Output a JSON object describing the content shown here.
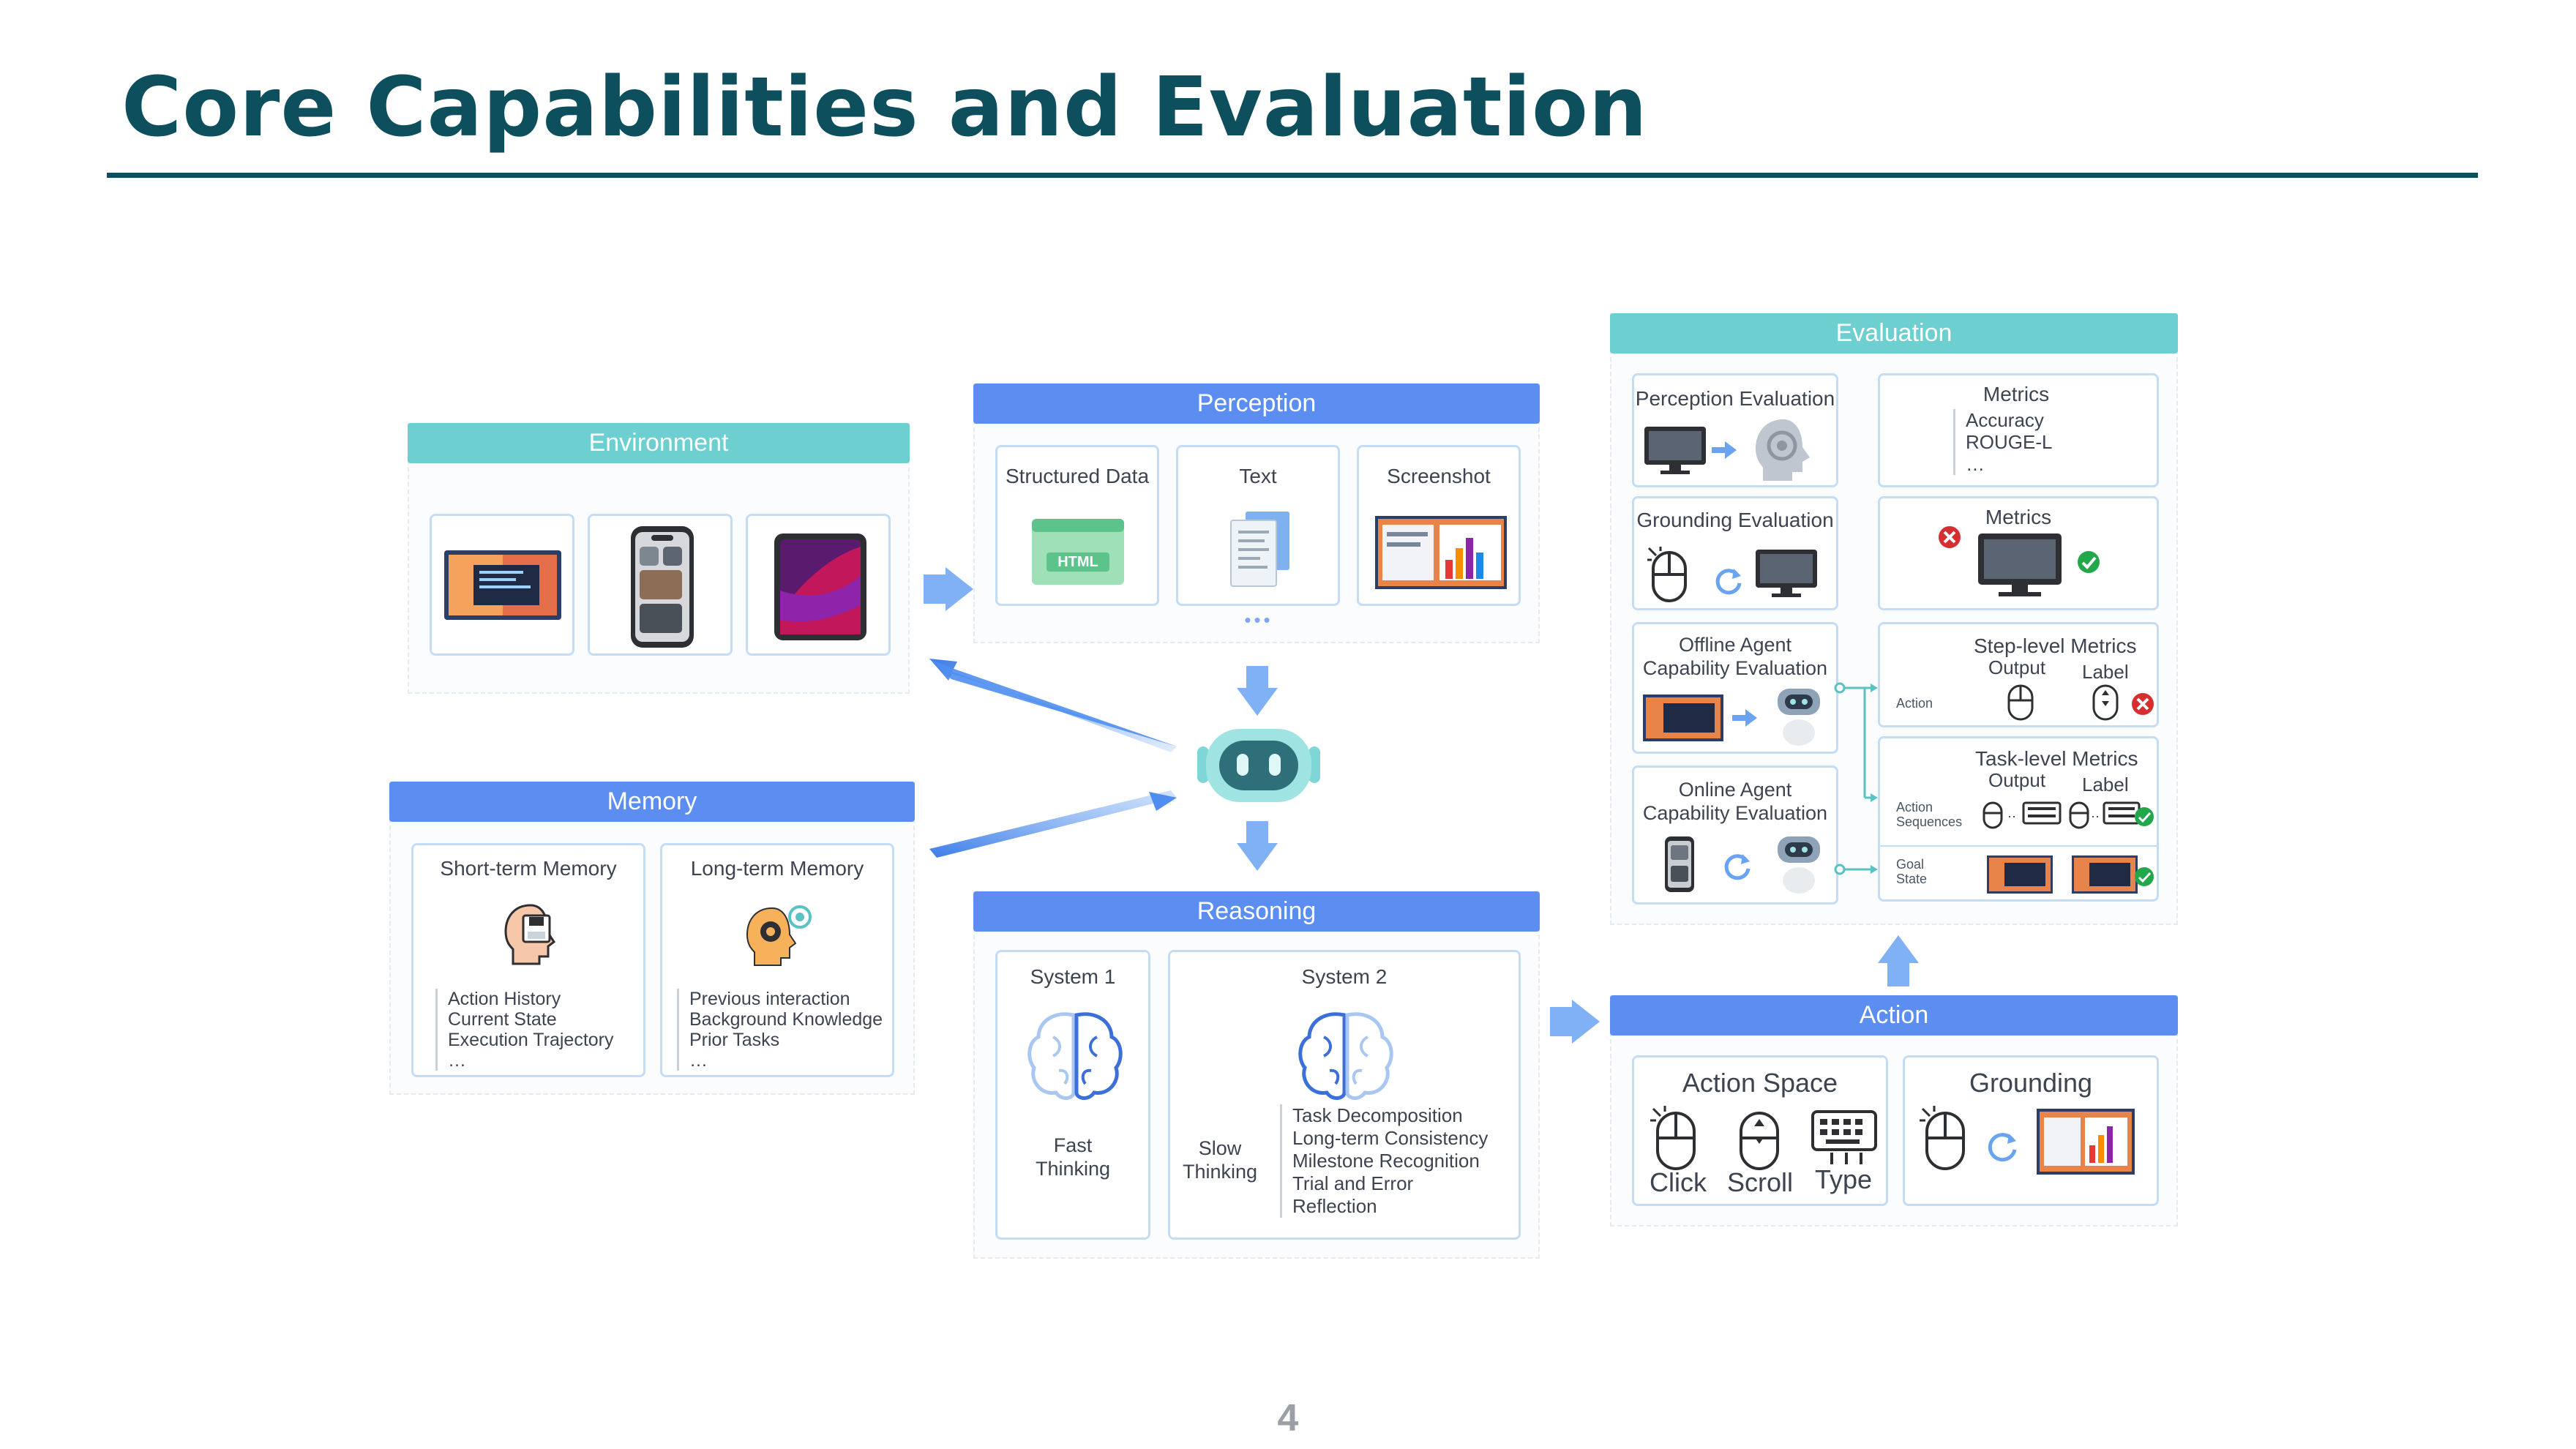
{
  "slide": {
    "title": "Core Capabilities and Evaluation",
    "page_number": "4"
  },
  "colors": {
    "title": "#0e4f5e",
    "teal_header": "#6dcfcf",
    "blue_header": "#5b8ef0",
    "card_border": "#c5dcf5",
    "arrow": "#6aa3f2",
    "success": "#22a84a",
    "fail": "#d62f2f"
  },
  "environment": {
    "header": "Environment",
    "icons": [
      "laptop-screen-icon",
      "phone-icon",
      "tablet-icon"
    ]
  },
  "memory": {
    "header": "Memory",
    "short_term": {
      "title": "Short-term Memory",
      "items": "Action History\nCurrent State\nExecution Trajectory\n…"
    },
    "long_term": {
      "title": "Long-term Memory",
      "items": "Previous interaction\nBackground Knowledge\nPrior Tasks\n…"
    }
  },
  "perception": {
    "header": "Perception",
    "cards": [
      {
        "title": "Structured Data",
        "badge": "HTML"
      },
      {
        "title": "Text"
      },
      {
        "title": "Screenshot"
      }
    ],
    "more": "•••"
  },
  "reasoning": {
    "header": "Reasoning",
    "system1": {
      "title": "System 1",
      "label": "Fast\nThinking"
    },
    "system2": {
      "title": "System 2",
      "label": "Slow\nThinking",
      "items": "Task Decomposition\nLong-term Consistency\nMilestone Recognition\nTrial and Error\nReflection"
    }
  },
  "evaluation": {
    "header": "Evaluation",
    "perception_eval": "Perception Evaluation",
    "metrics1": {
      "title": "Metrics",
      "items": "Accuracy\nROUGE-L\n…"
    },
    "grounding_eval": "Grounding Evaluation",
    "metrics2": {
      "title": "Metrics"
    },
    "offline_eval": "Offline Agent\nCapability Evaluation",
    "online_eval": "Online Agent\nCapability Evaluation",
    "step_level": {
      "title": "Step-level Metrics",
      "output": "Output",
      "label": "Label",
      "row": "Action"
    },
    "task_level": {
      "title": "Task-level Metrics",
      "output": "Output",
      "label": "Label",
      "row1": "Action\nSequences",
      "row2": "Goal\nState"
    }
  },
  "action": {
    "header": "Action",
    "action_space": {
      "title": "Action Space",
      "items": [
        "Click",
        "Scroll",
        "Type"
      ]
    },
    "grounding": {
      "title": "Grounding"
    }
  }
}
